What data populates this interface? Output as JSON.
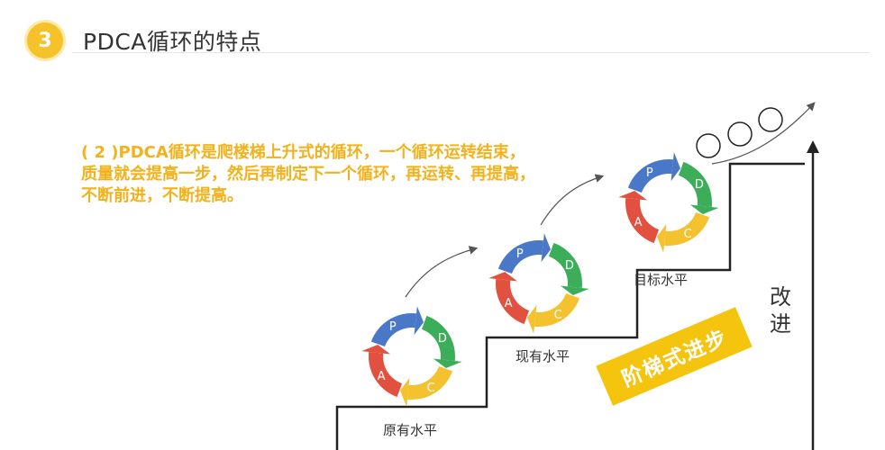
{
  "header": {
    "badge_number": "3",
    "title": "PDCA循环的特点"
  },
  "description": "( 2 )PDCA循环是爬楼梯上升式的循环，一个循环运转结束，质量就会提高一步，然后再制定下一个循环，再运转、再提高，不断前进，不断提高。",
  "cycles": [
    {
      "labels": [
        "P",
        "D",
        "C",
        "A"
      ]
    },
    {
      "labels": [
        "P",
        "D",
        "C",
        "A"
      ]
    },
    {
      "labels": [
        "P",
        "D",
        "C",
        "A"
      ]
    }
  ],
  "steps": [
    {
      "label": "原有水平"
    },
    {
      "label": "现有水平"
    },
    {
      "label": "目标水平"
    }
  ],
  "improvement_label": "改进",
  "banner_text": "阶梯式进步",
  "colors": {
    "P": "#4a78c8",
    "D": "#3cae5a",
    "C": "#f4c12f",
    "A": "#e2513f",
    "accent_text": "#f2b21c",
    "badge": "#f6c22b",
    "banner": "#f5c40f"
  }
}
